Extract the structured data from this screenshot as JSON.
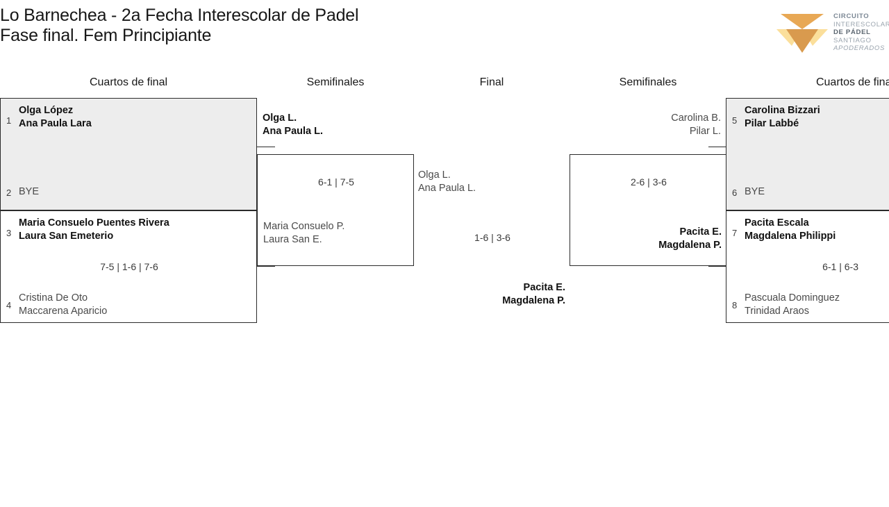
{
  "header": {
    "title_line_1": "Lo Barnechea - 2a Fecha Interescolar de Padel",
    "title_line_2": "Fase final. Fem Principiante"
  },
  "logo": {
    "line_1": "CIRCUITO",
    "line_2": "INTERESCOLAR",
    "line_3": "DE PÁDEL",
    "line_4": "SANTIAGO",
    "line_5": "APODERADOS",
    "mark_color_light": "#fbdf9b",
    "mark_color_mid": "#e8a855",
    "mark_color_dark": "#d99a4e"
  },
  "rounds": {
    "left_quarters": "Cuartos de final",
    "left_semis": "Semifinales",
    "final": "Final",
    "right_semis": "Semifinales",
    "right_quarters": "Cuartos de final"
  },
  "bracket": {
    "left_quarterfinals": [
      {
        "box_fill": "#ededed",
        "top": {
          "seed": "1",
          "player_1": "Olga López",
          "player_2": "Ana Paula Lara",
          "result": "winner"
        },
        "bottom": {
          "seed": "2",
          "player_1": "BYE",
          "player_2": "",
          "result": "bye"
        },
        "score": ""
      },
      {
        "box_fill": "#ffffff",
        "top": {
          "seed": "3",
          "player_1": "Maria Consuelo Puentes Rivera",
          "player_2": "Laura San Emeterio",
          "result": "winner"
        },
        "bottom": {
          "seed": "4",
          "player_1": "Cristina De Oto",
          "player_2": "Maccarena Aparicio",
          "result": "loser"
        },
        "score": "7-5 | 1-6 | 7-6"
      }
    ],
    "left_semifinal": {
      "top": {
        "player_1": "Olga L.",
        "player_2": "Ana Paula L.",
        "result": "winner"
      },
      "bottom": {
        "player_1": "Maria Consuelo P.",
        "player_2": "Laura San E.",
        "result": "loser"
      },
      "score": "6-1 | 7-5"
    },
    "final": {
      "left": {
        "player_1": "Olga L.",
        "player_2": "Ana Paula L.",
        "result": "loser"
      },
      "right": {
        "player_1": "Pacita E.",
        "player_2": "Magdalena P.",
        "result": "winner"
      },
      "score": "1-6 | 3-6"
    },
    "right_semifinal": {
      "top": {
        "player_1": "Carolina B.",
        "player_2": "Pilar L.",
        "result": "loser"
      },
      "bottom": {
        "player_1": "Pacita E.",
        "player_2": "Magdalena P.",
        "result": "winner"
      },
      "score": "2-6 | 3-6"
    },
    "right_quarterfinals": [
      {
        "box_fill": "#ededed",
        "top": {
          "seed": "5",
          "player_1": "Carolina Bizzari",
          "player_2": "Pilar Labbé",
          "result": "winner"
        },
        "bottom": {
          "seed": "6",
          "player_1": "BYE",
          "player_2": "",
          "result": "bye"
        },
        "score": ""
      },
      {
        "box_fill": "#ffffff",
        "top": {
          "seed": "7",
          "player_1": "Pacita Escala",
          "player_2": "Magdalena Philippi",
          "result": "winner"
        },
        "bottom": {
          "seed": "8",
          "player_1": "Pascuala Dominguez",
          "player_2": "Trinidad Araos",
          "result": "loser"
        },
        "score": "6-1 | 6-3"
      }
    ]
  }
}
